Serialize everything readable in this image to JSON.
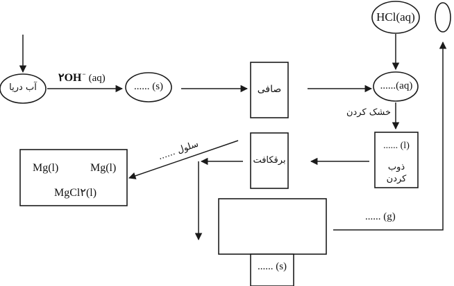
{
  "nodes": {
    "sea_water": "آب دریا",
    "precipitate": "...... (s)",
    "filter": "صافی",
    "hcl": "HCl(aq)",
    "solution": "......(aq)",
    "melt_box_top": "...... (l)",
    "melt_box_label": "ذوب کردن",
    "evaporator": "برقکافت",
    "cell_mg_left": "Mg(l)",
    "cell_mg_right": "Mg(l)",
    "cell_mgcl2": "MgCl۲(l)",
    "solid_output": "...... (s)"
  },
  "edges": {
    "hydroxide_coef": "۲",
    "hydroxide_formula": "OH",
    "hydroxide_charge": "−",
    "hydroxide_state": "(aq)",
    "drying": "خشک کردن",
    "cell_label": "سلول ......",
    "gas_output": "...... (g)"
  }
}
